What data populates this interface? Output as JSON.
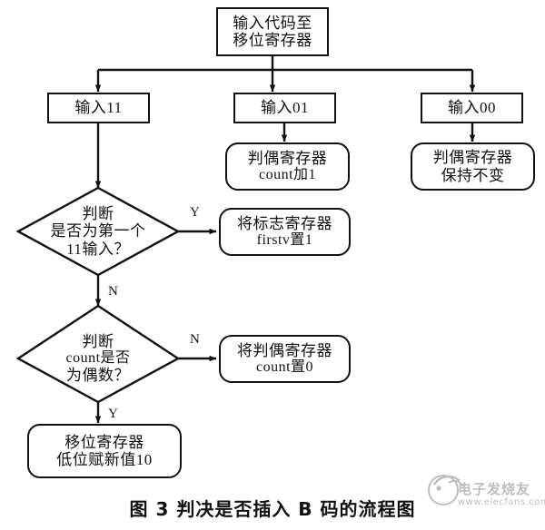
{
  "figure": {
    "caption": "图 3  判决是否插入 B 码的流程图",
    "watermark": {
      "brand": "电子发烧友",
      "url": "www.elecfans.com"
    },
    "colors": {
      "stroke": "#111111",
      "background": "#ffffff",
      "watermark": "#8a8a8a"
    }
  },
  "nodes": {
    "start": {
      "shape": "rect",
      "line1": "输入代码至",
      "line2": "移位寄存器"
    },
    "input11": {
      "shape": "rect",
      "line1": "输入11"
    },
    "input01": {
      "shape": "rect",
      "line1": "输入01"
    },
    "input00": {
      "shape": "rect",
      "line1": "输入00"
    },
    "count_inc": {
      "shape": "round",
      "line1": "判偶寄存器",
      "line2": "count加1"
    },
    "count_hold": {
      "shape": "round",
      "line1": "判偶寄存器",
      "line2": "保持不变"
    },
    "decide_first11": {
      "shape": "diamond",
      "line1": "判断",
      "line2": "是否为第一个",
      "line3": "11输入？"
    },
    "set_firstv": {
      "shape": "round",
      "line1": "将标志寄存器",
      "line2": "firstv置1"
    },
    "decide_even": {
      "shape": "diamond",
      "line1": "判断",
      "line2": "count是否",
      "line3": "为偶数？"
    },
    "clear_count": {
      "shape": "round",
      "line1": "将判偶寄存器",
      "line2": "count置0"
    },
    "shift_new": {
      "shape": "round",
      "line1": "移位寄存器",
      "line2": "低位赋新值10"
    }
  },
  "branch_labels": {
    "first11_yes": "Y",
    "first11_no": "N",
    "even_no": "N",
    "even_yes": "Y"
  }
}
